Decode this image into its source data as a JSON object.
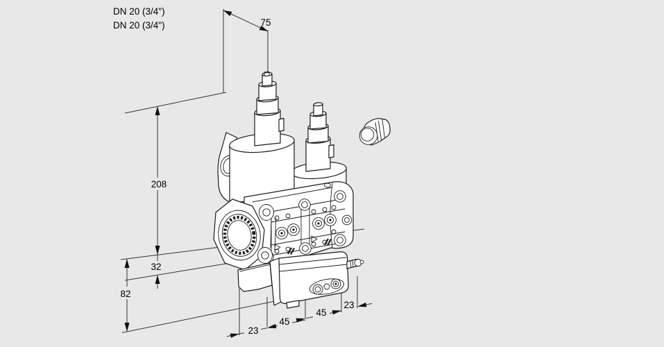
{
  "page": {
    "background_color": "#e8e8e8"
  },
  "drawing": {
    "type": "isometric dimensional technical drawing",
    "subject": "double solenoid gas valve with pressure switch and cable gland",
    "connection_labels": {
      "line1": "DN 20 (3/4\")",
      "line2": "DN 20 (3/4\")"
    },
    "dimensions_mm": {
      "top_width": "75",
      "overall_height": "208",
      "port_center_to_flange": "32",
      "lower_height": "82",
      "base_front": "23",
      "base_mid_front": "45",
      "base_mid_rear": "45",
      "base_rear": "23"
    },
    "colors": {
      "background": "#e8e8e8",
      "part_line": "#1a1a1a",
      "dimension_line": "#333333",
      "part_fill": "#ffffff",
      "text": "#000000"
    }
  }
}
